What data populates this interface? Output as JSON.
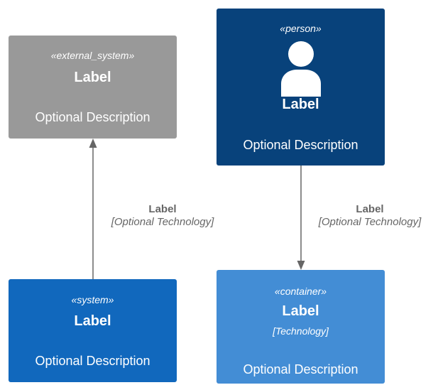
{
  "colors": {
    "external_system": "#999999",
    "person": "#08427B",
    "system": "#1168BD",
    "container": "#438DD5",
    "edge": "#666666",
    "text": "#FFFFFF"
  },
  "nodes": {
    "external_system": {
      "stereotype": "«external_system»",
      "label": "Label",
      "description": "Optional Description"
    },
    "person": {
      "stereotype": "«person»",
      "icon": "person-icon",
      "label": "Label",
      "description": "Optional Description"
    },
    "system": {
      "stereotype": "«system»",
      "label": "Label",
      "description": "Optional Description"
    },
    "container": {
      "stereotype": "«container»",
      "label": "Label",
      "technology": "[Technology]",
      "description": "Optional Description"
    }
  },
  "relations": [
    {
      "from": "system",
      "to": "external_system",
      "label": "Label",
      "technology": "[Optional Technology]"
    },
    {
      "from": "person",
      "to": "container",
      "label": "Label",
      "technology": "[Optional Technology]"
    }
  ]
}
